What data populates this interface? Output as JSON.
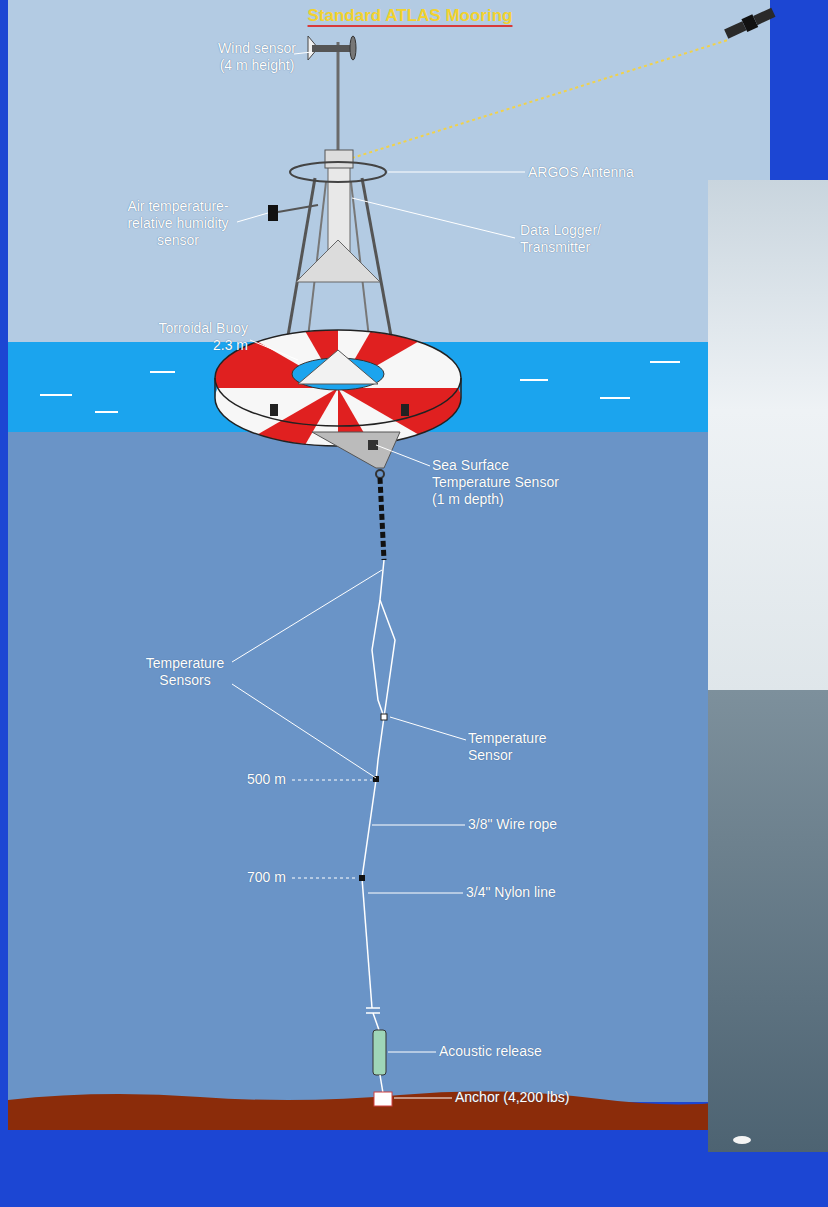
{
  "diagram": {
    "title": "Standard ATLAS Mooring",
    "labels": [
      "Wind sensor (4 m height)",
      "ARGOS Antenna",
      "Air temperature- relative humidity sensor",
      "Data Logger/ Transmitter",
      "Torroidal Buoy 2.3 m",
      "Sea Surface Temperature Sensor (1 m depth)",
      "Temperature Sensors",
      "Temperature Sensor",
      "500 m",
      "3/8\" Wire rope",
      "700 m",
      "3/4\" Nylon line",
      "Acoustic release",
      "Anchor (4,200 lbs)"
    ]
  }
}
